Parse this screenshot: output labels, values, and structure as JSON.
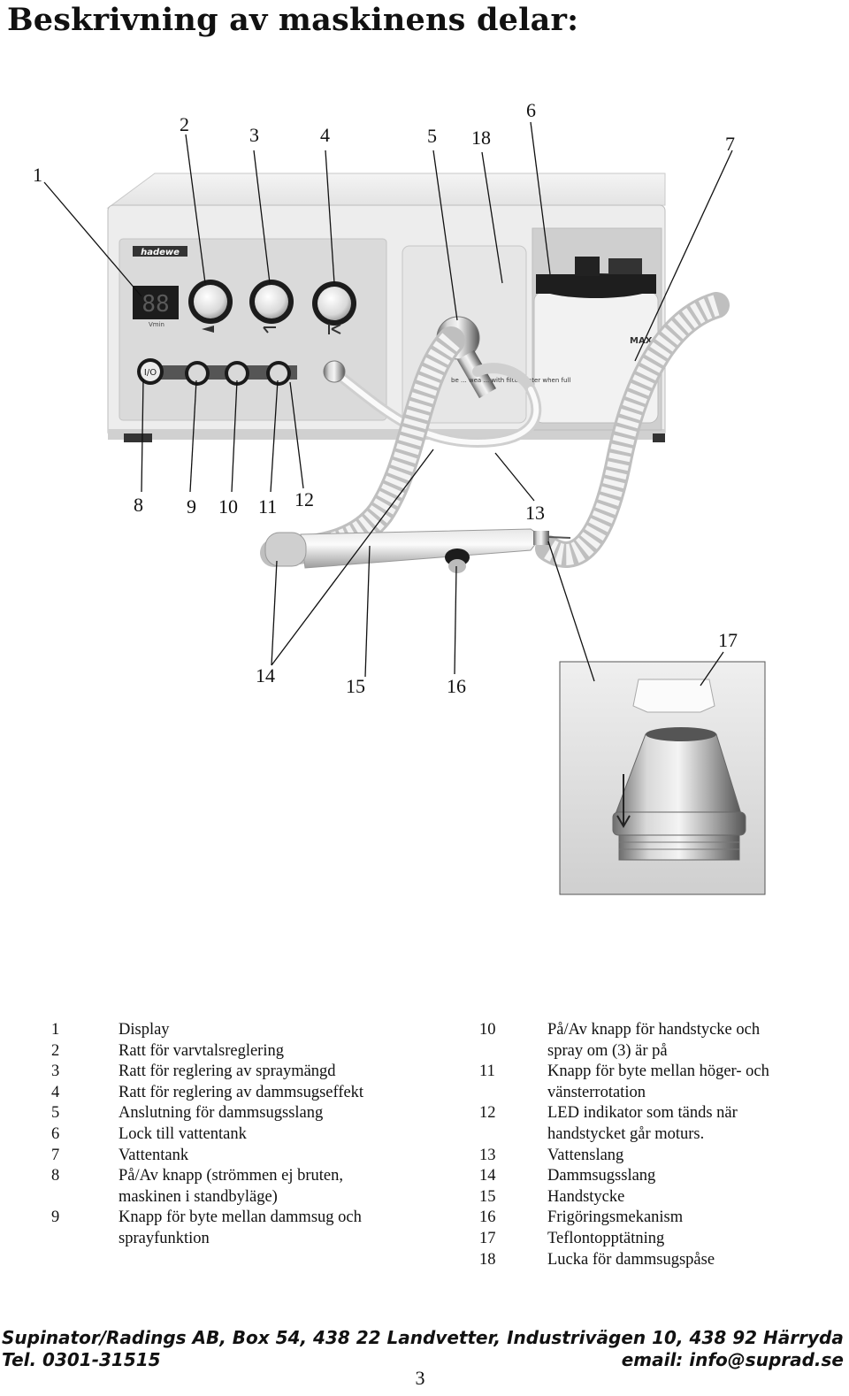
{
  "page": {
    "title": "Beskrivning av maskinens delar:",
    "page_number": "3"
  },
  "figure": {
    "brand": "hadewe",
    "display_digits": "88",
    "display_unit": "Vmin",
    "hose_label": "be ... wea ... with filte ... ater when full",
    "max_label": "MAX",
    "callouts": [
      "1",
      "2",
      "3",
      "4",
      "5",
      "18",
      "6",
      "7",
      "8",
      "9",
      "10",
      "11",
      "12",
      "13",
      "14",
      "15",
      "16",
      "17"
    ]
  },
  "legend_left": [
    {
      "num": "1",
      "lines": [
        "Display"
      ]
    },
    {
      "num": "2",
      "lines": [
        "Ratt för varvtalsreglering"
      ]
    },
    {
      "num": "3",
      "lines": [
        "Ratt för reglering av spraymängd"
      ]
    },
    {
      "num": "4",
      "lines": [
        "Ratt för reglering av dammsugseffekt"
      ]
    },
    {
      "num": "5",
      "lines": [
        "Anslutning för dammsugsslang"
      ]
    },
    {
      "num": "6",
      "lines": [
        "Lock till vattentank"
      ]
    },
    {
      "num": "7",
      "lines": [
        "Vattentank"
      ]
    },
    {
      "num": "8",
      "lines": [
        "På/Av knapp (strömmen ej bruten,",
        "maskinen i standbyläge)"
      ]
    },
    {
      "num": "9",
      "lines": [
        "Knapp för byte mellan dammsug och",
        "sprayfunktion"
      ]
    }
  ],
  "legend_right": [
    {
      "num": "10",
      "lines": [
        "På/Av knapp för handstycke och",
        "spray om (3) är på"
      ]
    },
    {
      "num": "11",
      "lines": [
        "Knapp för byte mellan höger- och",
        "vänsterrotation"
      ]
    },
    {
      "num": "12",
      "lines": [
        "LED indikator som tänds när",
        "handstycket går moturs."
      ]
    },
    {
      "num": "13",
      "lines": [
        "Vattenslang"
      ]
    },
    {
      "num": "14",
      "lines": [
        "Dammsugsslang"
      ]
    },
    {
      "num": "15",
      "lines": [
        "Handstycke"
      ]
    },
    {
      "num": "16",
      "lines": [
        "Frigöringsmekanism"
      ]
    },
    {
      "num": "17",
      "lines": [
        "Teflontopptätning"
      ]
    },
    {
      "num": "18",
      "lines": [
        "Lucka för dammsugspåse"
      ]
    }
  ],
  "footer": {
    "line1": "Supinator/Radings AB, Box 54, 438 22  Landvetter, Industrivägen 10, 438 92  Härryda",
    "phone": "Tel. 0301-31515",
    "email": "email: info@suprad.se"
  }
}
